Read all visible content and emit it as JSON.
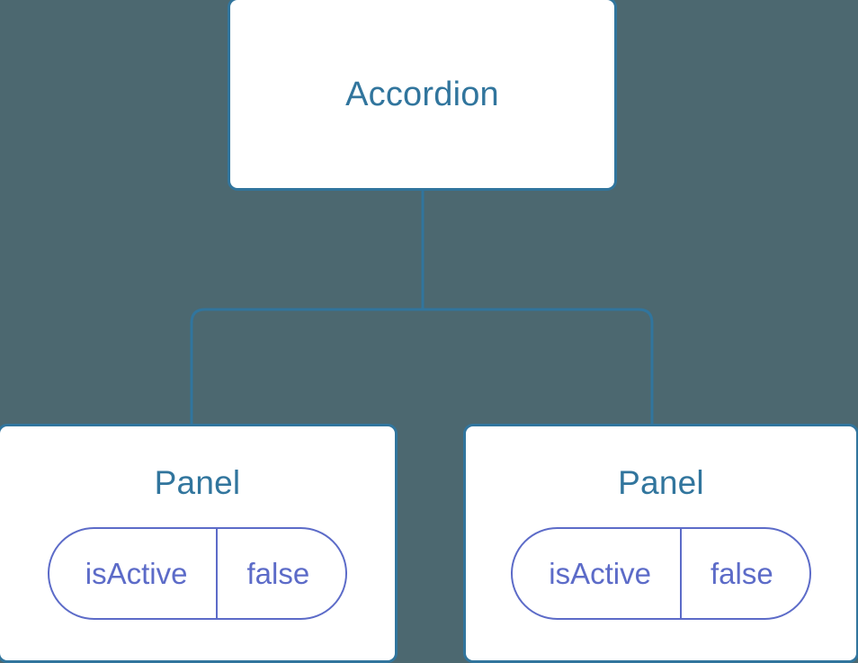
{
  "canvas": {
    "background_color": "#4c6870",
    "node_border_color": "#31759d",
    "node_fill_color": "#ffffff",
    "node_text_color": "#31759d",
    "prop_color": "#5c6bc8",
    "edge_color": "#31759d"
  },
  "tree": {
    "root": {
      "label": "Accordion"
    },
    "children": [
      {
        "label": "Panel",
        "props": [
          {
            "key": "isActive",
            "value": "false"
          }
        ]
      },
      {
        "label": "Panel",
        "props": [
          {
            "key": "isActive",
            "value": "false"
          }
        ]
      }
    ]
  }
}
